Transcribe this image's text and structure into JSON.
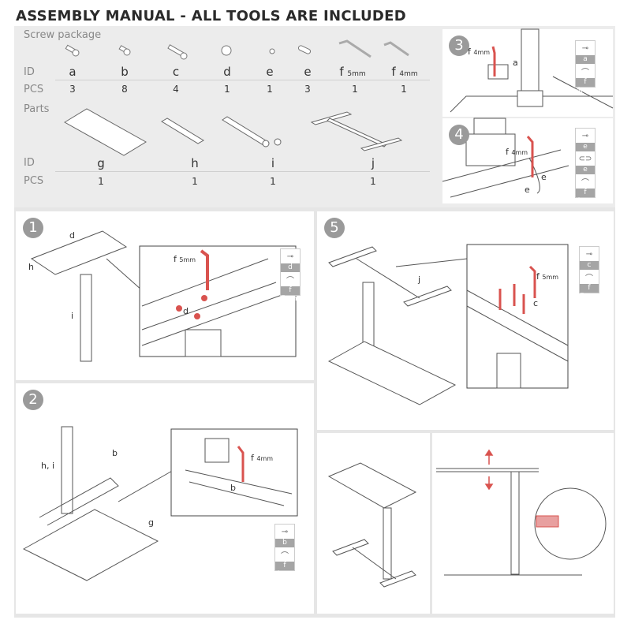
{
  "title": "ASSEMBLY  MANUAL - ALL TOOLS ARE INCLUDED",
  "screws": {
    "label": "Screw package",
    "id_label": "ID",
    "pcs_label": "PCS",
    "items": [
      {
        "id": "a",
        "pcs": "3"
      },
      {
        "id": "b",
        "pcs": "8"
      },
      {
        "id": "c",
        "pcs": "4"
      },
      {
        "id": "d",
        "pcs": "1"
      },
      {
        "id": "e",
        "pcs": "1"
      },
      {
        "id": "e",
        "pcs": "3"
      },
      {
        "id": "f",
        "size": "5mm",
        "pcs": "1"
      },
      {
        "id": "f",
        "size": "4mm",
        "pcs": "1"
      }
    ]
  },
  "parts": {
    "label": "Parts",
    "id_label": "ID",
    "pcs_label": "PCS",
    "items": [
      {
        "id": "g",
        "pcs": "1"
      },
      {
        "id": "h",
        "pcs": "1"
      },
      {
        "id": "i",
        "pcs": "1"
      },
      {
        "id": "j",
        "pcs": "1"
      }
    ]
  },
  "steps": {
    "s1": {
      "num": "1",
      "labels": {
        "d": "d",
        "h": "h",
        "i": "i",
        "f": "f",
        "fsize": "5mm",
        "d2": "d"
      },
      "legend": [
        "d",
        "f 5mm"
      ]
    },
    "s2": {
      "num": "2",
      "labels": {
        "hi": "h, i",
        "b": "b",
        "g": "g",
        "f": "f",
        "fsize": "4mm",
        "b2": "b"
      },
      "legend": [
        "b",
        "f 4mm"
      ]
    },
    "s3": {
      "num": "3",
      "labels": {
        "f": "f",
        "fsize": "4mm",
        "a": "a"
      },
      "legend": [
        "a",
        "f 4mm"
      ]
    },
    "s4": {
      "num": "4",
      "labels": {
        "f": "f",
        "fsize": "4mm",
        "e1": "e",
        "e2": "e"
      },
      "legend": [
        "e",
        "e",
        "f 4mm"
      ]
    },
    "s5": {
      "num": "5",
      "labels": {
        "j": "j",
        "f": "f",
        "fsize": "5mm",
        "c": "c"
      },
      "legend": [
        "c",
        "f 5mm"
      ]
    }
  },
  "accent": "#d9534f"
}
